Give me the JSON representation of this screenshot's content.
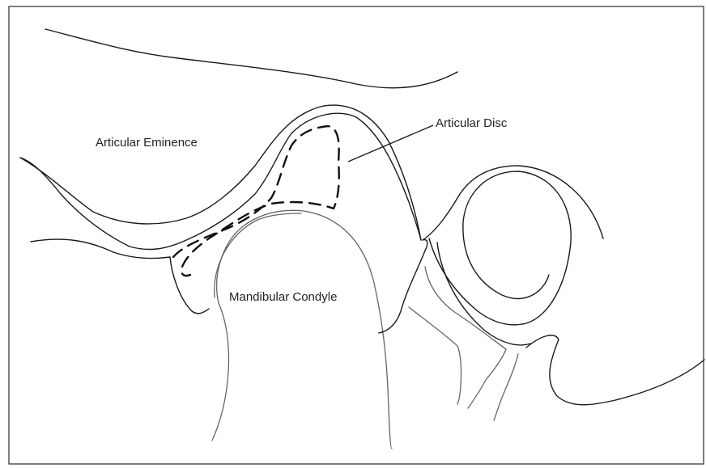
{
  "labels": {
    "articular_eminence": "Articular Eminence",
    "articular_disc": "Articular Disc",
    "mandibular_condyle": "Mandibular Condyle"
  },
  "colors": {
    "background": "#ffffff",
    "line": "#1a1a1a",
    "secondary_line": "#666666",
    "text": "#222222"
  }
}
